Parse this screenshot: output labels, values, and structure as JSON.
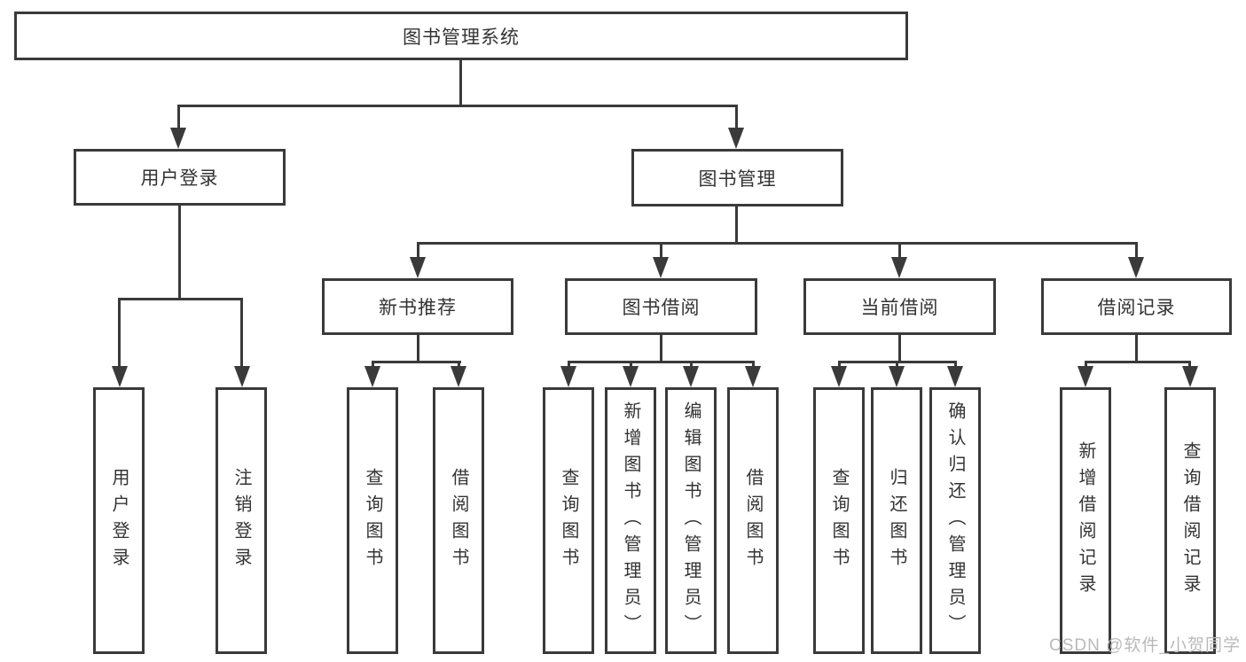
{
  "diagram_title": "图书管理系统",
  "nodes": {
    "root": "图书管理系统",
    "user_login_group": "用户登录",
    "book_mgmt": "图书管理",
    "user_login": "用户登录",
    "logout": "注销登录",
    "new_book_rec": "新书推荐",
    "book_borrow": "图书借阅",
    "current_borrow": "当前借阅",
    "borrow_record": "借阅记录",
    "nb_query_book": "查询图书",
    "nb_borrow_book": "借阅图书",
    "bb_query_book": "查询图书",
    "bb_add_book": "新增图书（管理员）",
    "bb_edit_book": "编辑图书（管理员）",
    "bb_borrow_book": "借阅图书",
    "cb_query_book": "查询图书",
    "cb_return_book": "归还图书",
    "cb_confirm_return": "确认归还（管理员）",
    "br_add_record": "新增借阅记录",
    "br_query_record": "查询借阅记录"
  },
  "hierarchy": {
    "图书管理系统": {
      "用户登录": [
        "用户登录",
        "注销登录"
      ],
      "图书管理": {
        "新书推荐": [
          "查询图书",
          "借阅图书"
        ],
        "图书借阅": [
          "查询图书",
          "新增图书（管理员）",
          "编辑图书（管理员）",
          "借阅图书"
        ],
        "当前借阅": [
          "查询图书",
          "归还图书",
          "确认归还（管理员）"
        ],
        "借阅记录": [
          "新增借阅记录",
          "查询借阅记录"
        ]
      }
    }
  },
  "watermark": "CSDN @软件_小贺同学",
  "colors": {
    "line": "#3a3a3a",
    "text": "#333333",
    "background": "#ffffff",
    "watermark": "#b9b9bb"
  }
}
